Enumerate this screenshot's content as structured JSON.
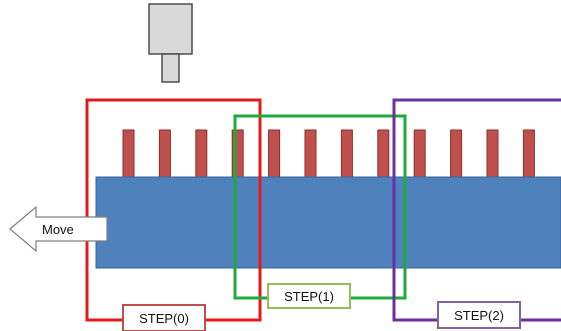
{
  "arrow": {
    "label": "Move",
    "direction": "left"
  },
  "steps": [
    {
      "label": "STEP(0)",
      "color": "#e11b1b"
    },
    {
      "label": "STEP(1)",
      "color": "#1faa3c"
    },
    {
      "label": "STEP(2)",
      "color": "#6b2fa0"
    }
  ],
  "step_label_border": {
    "STEP(0)": "#c0504d",
    "STEP(1)": "#9bbb59",
    "STEP(2)": "#8064a2"
  },
  "colors": {
    "board_fill": "#4f81bd",
    "board_stroke": "#3a6598",
    "pin_fill": "#c0504d",
    "pin_stroke": "#8c2e2b",
    "head_fill": "#d9d9d9",
    "head_stroke": "#4d4d4d",
    "arrow_fill": "#ffffff",
    "arrow_stroke": "#7f7f7f"
  },
  "pins": {
    "count": 12
  },
  "icons": {
    "head": "press-head-icon",
    "arrow": "left-arrow-icon"
  }
}
